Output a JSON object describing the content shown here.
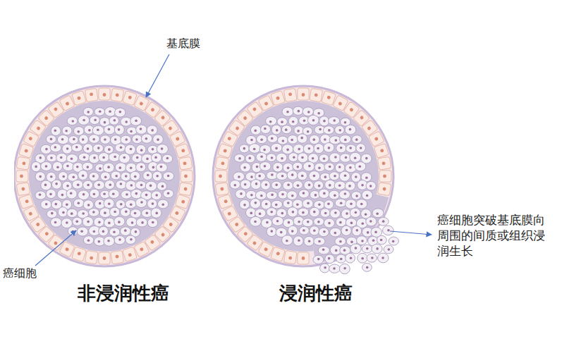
{
  "diagram": {
    "nodes": [
      {
        "text": [
          "非浸润性癌"
        ]
      },
      {
        "text": [
          "浸润性癌"
        ]
      }
    ],
    "labels": [
      "基底膜",
      "癌细胞",
      "癌细胞突破基底膜向周围的间质或组织浸润生长"
    ]
  }
}
